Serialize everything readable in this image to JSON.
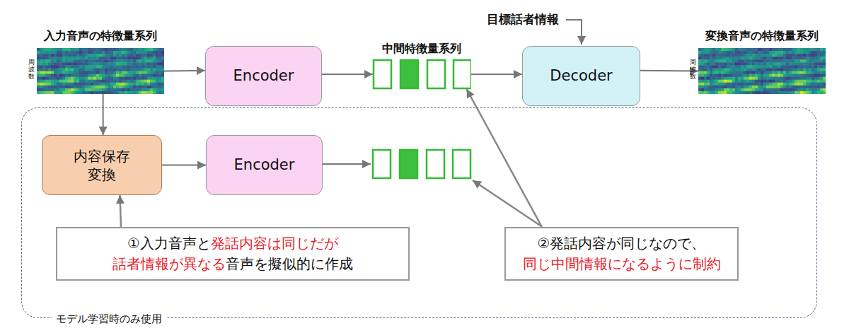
{
  "diagram": {
    "nodes": [
      {
        "text": [
          "入力音声の特徴量系列",
          "周波数"
        ]
      },
      {
        "text": [
          "Encoder"
        ]
      },
      {
        "text": [
          "中間特徴量系列"
        ]
      },
      {
        "text": [
          "Decoder"
        ]
      },
      {
        "text": [
          "変換音声の特徴量系列",
          "周波数"
        ]
      },
      {
        "text": [
          "モデル学習時のみ使用"
        ]
      },
      {
        "text": [
          "内容保存変換"
        ],
        "in": 5
      },
      {
        "text": [
          "Encoder"
        ],
        "in": 5
      },
      {
        "text": [
          "①入力音声と",
          "発話内容は同じだが",
          "話者情報が異なる",
          "音声を擬似的に作成"
        ],
        "in": 5
      },
      {
        "text": [
          "②発話内容が同じなので、",
          "同じ中間情報になるように制約"
        ],
        "in": 5
      }
    ],
    "edges": [
      {
        "from": 0,
        "to": 1,
        "arrow": "to"
      },
      {
        "from": 1,
        "to": 2,
        "arrow": "to"
      },
      {
        "from": 2,
        "to": 3,
        "arrow": "to"
      },
      {
        "from": 3,
        "to": 4,
        "arrow": "to"
      },
      {
        "from": 0,
        "to": 6,
        "arrow": "to"
      },
      {
        "from": 6,
        "to": 7,
        "arrow": "to"
      },
      {
        "from": 8,
        "to": 6,
        "arrow": "to"
      },
      {
        "from": 9,
        "to": 2,
        "arrow": "to"
      }
    ],
    "labels": [
      "目標話者情報"
    ]
  }
}
